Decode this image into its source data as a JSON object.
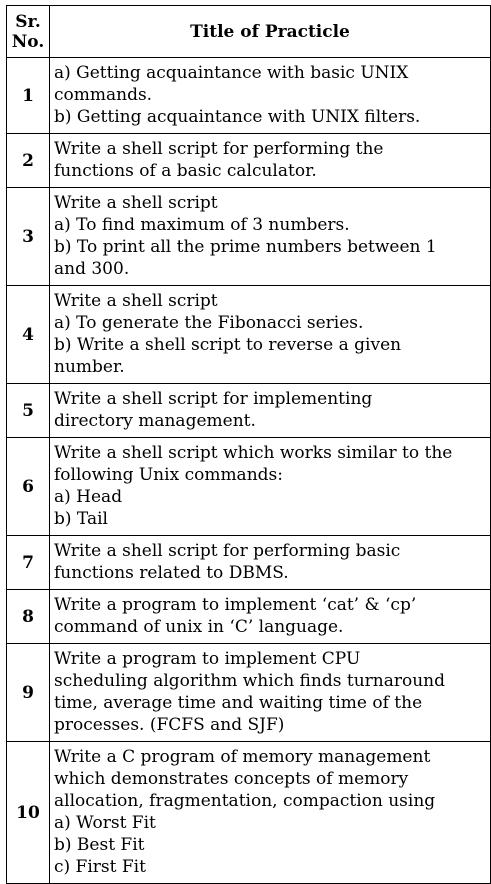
{
  "header": {
    "sr_no_line1": "Sr.",
    "sr_no_line2": "No.",
    "title": "Title of Practicle"
  },
  "rows": [
    {
      "no": "1",
      "title": "a) Getting acquaintance with basic UNIX\ncommands.\nb) Getting acquaintance with UNIX filters."
    },
    {
      "no": "2",
      "title": "Write a shell script for performing the\nfunctions of a basic calculator."
    },
    {
      "no": "3",
      "title": "Write a shell script\na) To find maximum of 3 numbers.\nb) To print all the prime numbers between 1\nand 300."
    },
    {
      "no": "4",
      "title": "Write a shell script\na) To generate the Fibonacci series.\nb) Write a shell script to reverse a given\nnumber."
    },
    {
      "no": "5",
      "title": "Write a shell script for implementing\ndirectory management."
    },
    {
      "no": "6",
      "title": "Write a shell script which works similar to the\nfollowing Unix commands:\na) Head\nb) Tail"
    },
    {
      "no": "7",
      "title": "Write a shell script for performing basic\nfunctions related to DBMS."
    },
    {
      "no": "8",
      "title": "Write a program to implement ‘cat’ & ‘cp’\ncommand of unix in ‘C’ language."
    },
    {
      "no": "9",
      "title": "Write a program to implement CPU\nscheduling algorithm which finds turnaround\ntime, average time and waiting time of the\nprocesses. (FCFS and SJF)"
    },
    {
      "no": "10",
      "title": "Write a C program of memory management\nwhich demonstrates concepts of memory\nallocation, fragmentation, compaction using\na) Worst Fit\nb) Best Fit\nc) First Fit"
    }
  ]
}
